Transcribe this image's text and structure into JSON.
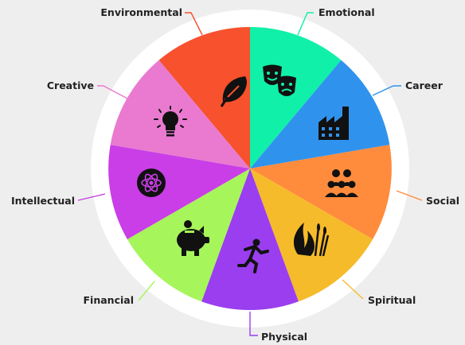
{
  "segments": [
    {
      "id": "emotional",
      "label": "Emotional",
      "color": "#10f0a8",
      "icon": "theater-masks-icon"
    },
    {
      "id": "career",
      "label": "Career",
      "color": "#2f93ee",
      "icon": "factory-icon"
    },
    {
      "id": "social",
      "label": "Social",
      "color": "#ff8c3c",
      "icon": "people-group-icon"
    },
    {
      "id": "spiritual",
      "label": "Spiritual",
      "color": "#f6bb2a",
      "icon": "flame-reeds-icon"
    },
    {
      "id": "physical",
      "label": "Physical",
      "color": "#9a3ef0",
      "icon": "running-person-icon"
    },
    {
      "id": "financial",
      "label": "Financial",
      "color": "#a6f55a",
      "icon": "piggy-bank-icon"
    },
    {
      "id": "intellectual",
      "label": "Intellectual",
      "color": "#c93ee6",
      "icon": "atom-icon"
    },
    {
      "id": "creative",
      "label": "Creative",
      "color": "#e97ad0",
      "icon": "lightbulb-icon"
    },
    {
      "id": "environmental",
      "label": "Environmental",
      "color": "#f7512d",
      "icon": "leaf-icon"
    }
  ]
}
